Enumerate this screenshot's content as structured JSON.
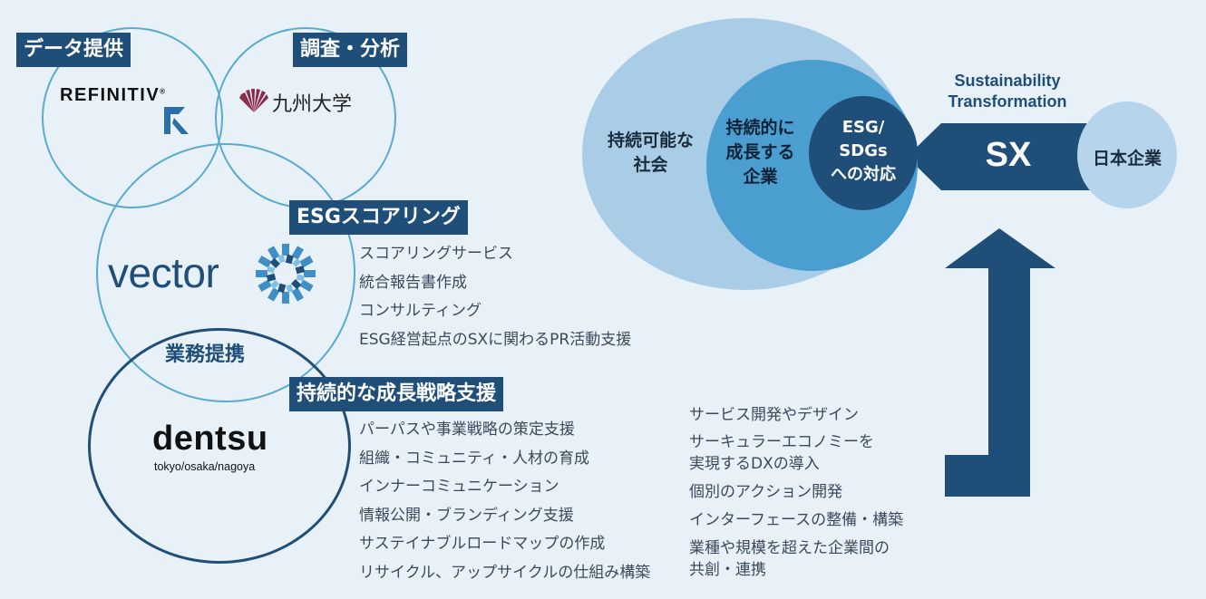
{
  "left": {
    "tags": {
      "data_provision": "データ提供",
      "research": "調査・分析",
      "esg_scoring": "ESGスコアリング",
      "partnership": "業務提携",
      "growth_strategy": "持続的な成長戦略支援"
    },
    "logos": {
      "refinitiv": "REFINITIV",
      "refinitiv_mark": "®",
      "kyushu": "九州大学",
      "vector": "vector",
      "dentsu": "dentsu",
      "dentsu_sub": "tokyo/osaka/nagoya"
    },
    "esg_services": [
      "スコアリングサービス",
      "統合報告書作成",
      "コンサルティング",
      "ESG経営起点のSXに関わるPR活動支援"
    ],
    "growth_services": [
      "パーパスや事業戦略の策定支援",
      "組織・コミュニティ・人材の育成",
      "インナーコミュニケーション",
      "情報公開・ブランディング支援",
      "サステイナブルロードマップの作成",
      "リサイクル、アップサイクルの仕組み構築"
    ],
    "other_services": [
      "サービス開発やデザイン",
      "サーキュラーエコノミーを",
      "実現するDXの導入",
      "個別のアクション開発",
      "インターフェースの整備・構築",
      "業種や規模を超えた企業間の",
      "共創・連携"
    ]
  },
  "right": {
    "outer": [
      "持続可能な",
      "社会"
    ],
    "middle": [
      "持続的に",
      "成長する",
      "企業"
    ],
    "inner": [
      "ESG/",
      "SDGs",
      "への対応"
    ],
    "sx_caption": [
      "Sustainability",
      "Transformation"
    ],
    "sx_label": "SX",
    "company": "日本企業"
  },
  "colors": {
    "background": "#e8f1f8",
    "navy": "#1f4e79",
    "light_circle": "#a9cde6",
    "mid_circle": "#4a9fd0",
    "dark_circle": "#1f4e79",
    "company_circle": "#b6d5ec"
  }
}
